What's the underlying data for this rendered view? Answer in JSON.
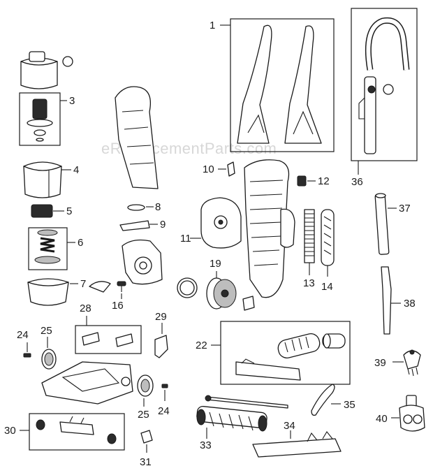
{
  "watermark": "eReplacementParts.com",
  "callouts": [
    "1",
    "3",
    "4",
    "5",
    "6",
    "7",
    "8",
    "9",
    "10",
    "11",
    "12",
    "13",
    "14",
    "16",
    "19",
    "22",
    "24",
    "25",
    "28",
    "29",
    "30",
    "31",
    "33",
    "34",
    "35",
    "36",
    "37",
    "38",
    "39",
    "40"
  ],
  "labels": {
    "c1": "1",
    "c3": "3",
    "c4": "4",
    "c5": "5",
    "c6": "6",
    "c7": "7",
    "c8": "8",
    "c9": "9",
    "c10": "10",
    "c11": "11",
    "c12": "12",
    "c13": "13",
    "c14": "14",
    "c16": "16",
    "c19": "19",
    "c22": "22",
    "c24a": "24",
    "c24b": "24",
    "c25a": "25",
    "c25b": "25",
    "c28": "28",
    "c29": "29",
    "c30": "30",
    "c31": "31",
    "c33": "33",
    "c34": "34",
    "c35": "35",
    "c36": "36",
    "c37": "37",
    "c38": "38",
    "c39": "39",
    "c40": "40"
  }
}
